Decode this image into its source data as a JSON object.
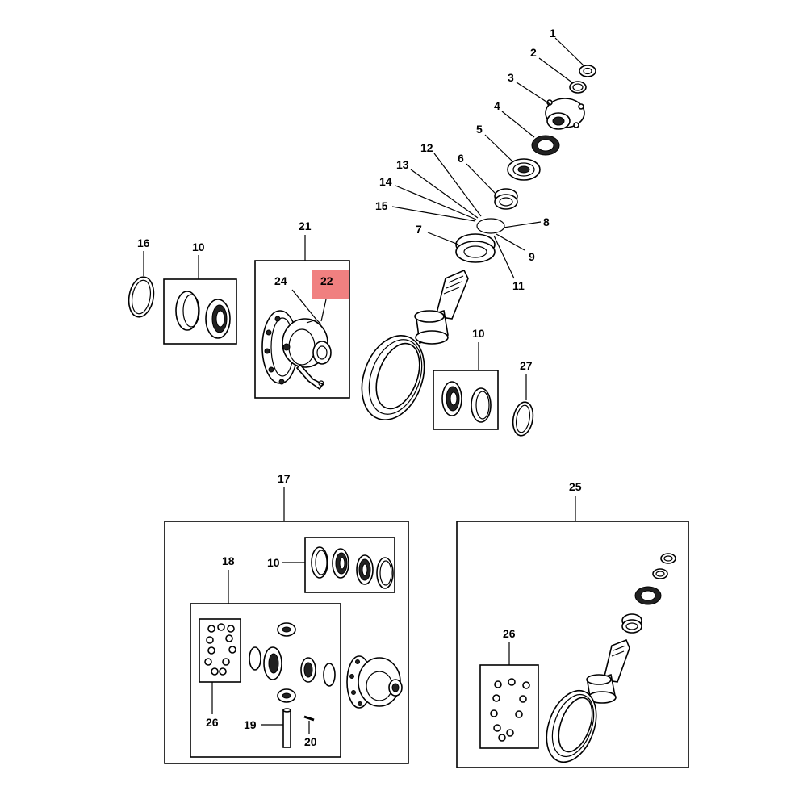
{
  "callouts": {
    "c1": "1",
    "c2": "2",
    "c3": "3",
    "c4": "4",
    "c5": "5",
    "c6": "6",
    "c7": "7",
    "c8": "8",
    "c9": "9",
    "c10a": "10",
    "c10b": "10",
    "c10c": "10",
    "c11": "11",
    "c12": "12",
    "c13": "13",
    "c14": "14",
    "c15": "15",
    "c16": "16",
    "c17": "17",
    "c18": "18",
    "c19": "19",
    "c20": "20",
    "c21": "21",
    "c22": "22",
    "c24": "24",
    "c25": "25",
    "c26a": "26",
    "c26b": "26",
    "c27": "27"
  },
  "highlight_color": "#f08080"
}
